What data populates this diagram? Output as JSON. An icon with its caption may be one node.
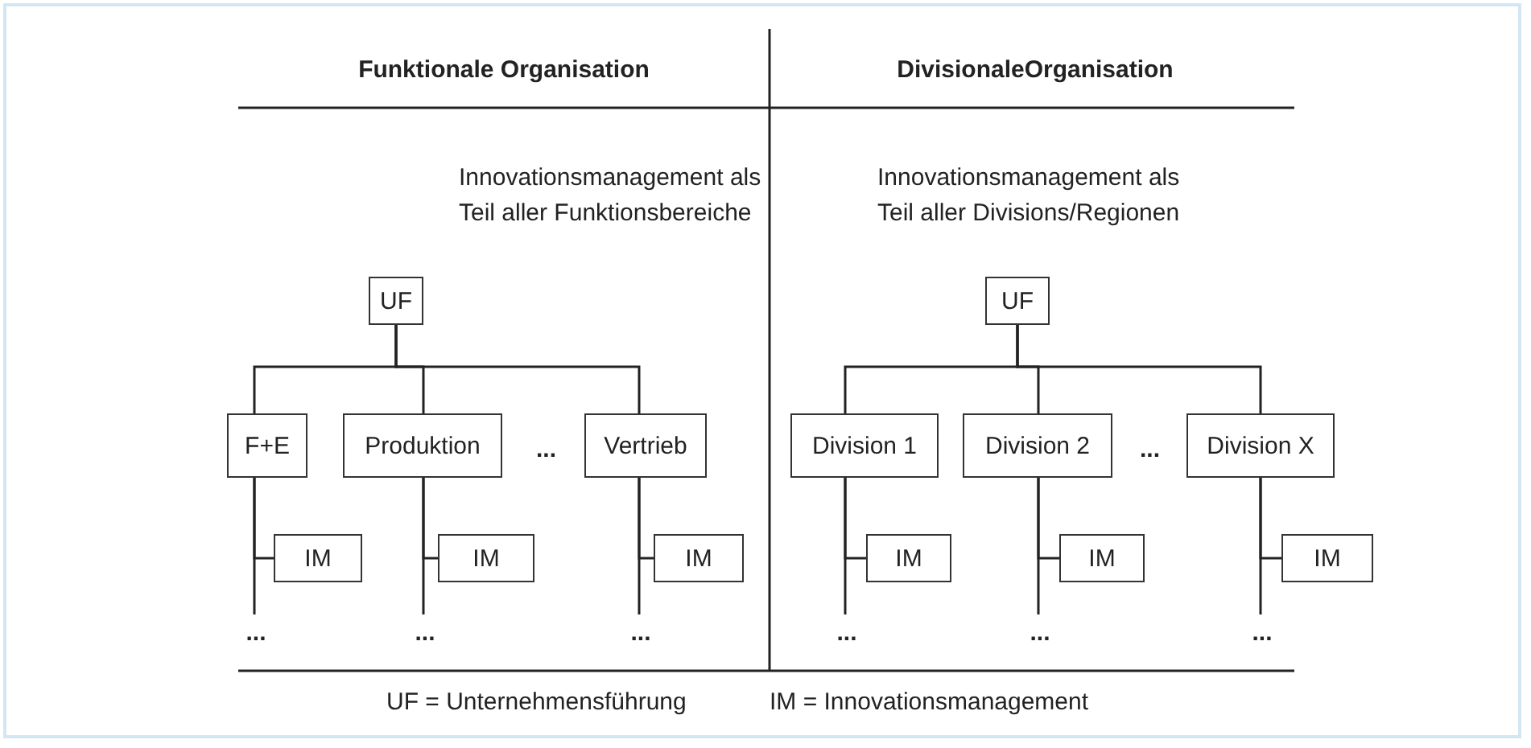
{
  "diagram": {
    "nodes": [
      {
        "text": [
          "UF"
        ]
      },
      {
        "text": [
          "F+E"
        ]
      },
      {
        "text": [
          "Produktion"
        ]
      },
      {
        "text": [
          "Vertrieb"
        ]
      },
      {
        "text": [
          "IM"
        ]
      },
      {
        "text": [
          "IM"
        ]
      },
      {
        "text": [
          "IM"
        ]
      },
      {
        "text": [
          "..."
        ]
      },
      {
        "text": [
          "..."
        ]
      },
      {
        "text": [
          "..."
        ]
      },
      {
        "text": [
          "UF"
        ]
      },
      {
        "text": [
          "Division 1"
        ]
      },
      {
        "text": [
          "Division 2"
        ]
      },
      {
        "text": [
          "Division X"
        ]
      },
      {
        "text": [
          "IM"
        ]
      },
      {
        "text": [
          "IM"
        ]
      },
      {
        "text": [
          "IM"
        ]
      },
      {
        "text": [
          "..."
        ]
      },
      {
        "text": [
          "..."
        ]
      },
      {
        "text": [
          "..."
        ]
      }
    ],
    "edges": [
      {
        "from": 0,
        "to": 1,
        "arrow": "none"
      },
      {
        "from": 0,
        "to": 2,
        "arrow": "none"
      },
      {
        "from": 0,
        "to": 3,
        "arrow": "none"
      },
      {
        "from": 1,
        "to": 4,
        "arrow": "none"
      },
      {
        "from": 1,
        "to": 7,
        "arrow": "none"
      },
      {
        "from": 2,
        "to": 5,
        "arrow": "none"
      },
      {
        "from": 2,
        "to": 8,
        "arrow": "none"
      },
      {
        "from": 3,
        "to": 6,
        "arrow": "none"
      },
      {
        "from": 3,
        "to": 9,
        "arrow": "none"
      },
      {
        "from": 10,
        "to": 11,
        "arrow": "none"
      },
      {
        "from": 10,
        "to": 12,
        "arrow": "none"
      },
      {
        "from": 10,
        "to": 13,
        "arrow": "none"
      },
      {
        "from": 11,
        "to": 14,
        "arrow": "none"
      },
      {
        "from": 11,
        "to": 17,
        "arrow": "none"
      },
      {
        "from": 12,
        "to": 15,
        "arrow": "none"
      },
      {
        "from": 12,
        "to": 18,
        "arrow": "none"
      },
      {
        "from": 13,
        "to": 16,
        "arrow": "none"
      },
      {
        "from": 13,
        "to": 19,
        "arrow": "none"
      }
    ],
    "labels": [
      "Funktionale Organisation",
      "DivisionaleOrganisation",
      "Innovationsmanagement als Teil aller Funktionsbereiche",
      "Innovationsmanagement als Teil aller Divisions/Regionen",
      "...",
      "...",
      "UF = Unternehmensführung",
      "IM = Innovationsmanagement"
    ]
  }
}
